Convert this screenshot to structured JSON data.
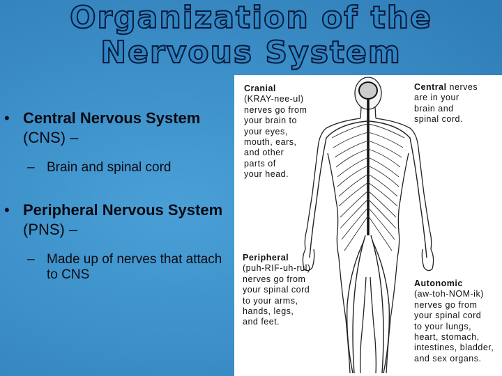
{
  "title": {
    "line1": "Organization of the",
    "line2": "Nervous System"
  },
  "bullets": [
    {
      "marker": "•",
      "bold": "Central Nervous System",
      "rest": " (CNS) –",
      "sub": {
        "marker": "–",
        "text": "Brain and spinal cord"
      }
    },
    {
      "marker": "•",
      "bold": "Peripheral Nervous System",
      "rest": " (PNS) –",
      "sub": {
        "marker": "–",
        "text": "Made up of nerves that attach to CNS"
      }
    }
  ],
  "figure": {
    "cranial": {
      "heading": "Cranial",
      "body": "(KRAY-nee-ul)\nnerves go from\nyour brain to\nyour eyes,\nmouth, ears,\nand other\nparts of\nyour head."
    },
    "central": {
      "heading": "Central",
      "heading_rest": " nerves",
      "body": "are in your\nbrain and\nspinal cord."
    },
    "peripheral": {
      "heading": "Peripheral",
      "body": "(puh-RIF-uh-rul)\nnerves go from\nyour spinal cord\nto your arms,\nhands, legs,\nand feet."
    },
    "autonomic": {
      "heading": "Autonomic",
      "body": "(aw-toh-NOM-ik)\nnerves go from\nyour spinal cord\nto your lungs,\nheart, stomach,\nintestines, bladder,\nand sex organs."
    }
  },
  "colors": {
    "background": "#3a8ec8",
    "title_fill": "#2f86c4",
    "title_outline": "#0a1a3a",
    "text": "#0a0a12",
    "figure_bg": "#ffffff"
  }
}
